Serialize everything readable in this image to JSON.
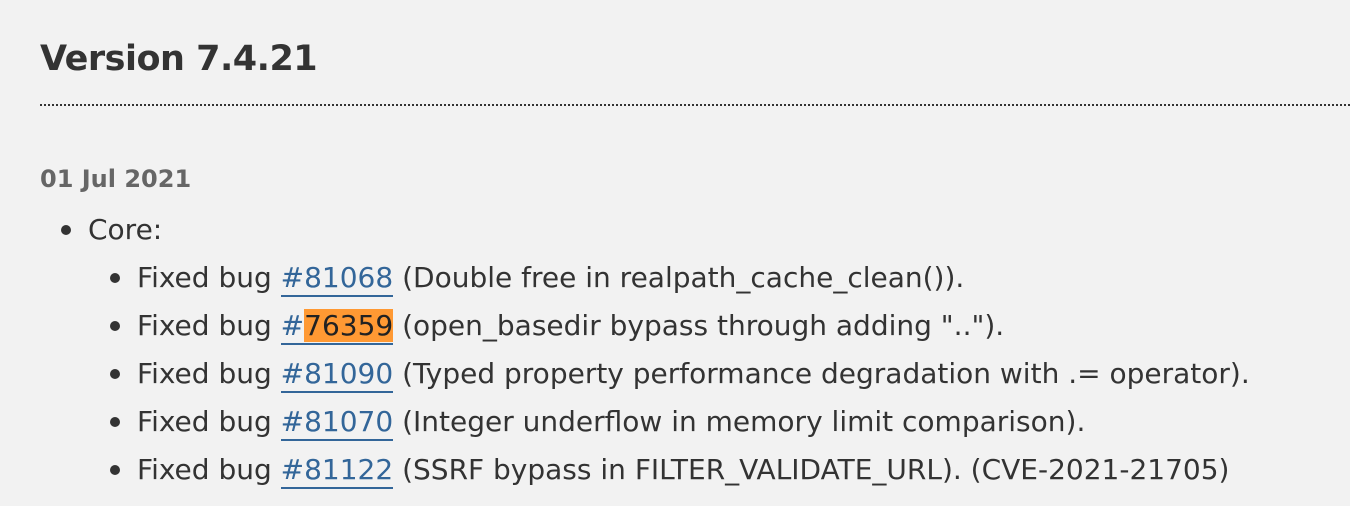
{
  "version": {
    "title": "Version 7.4.21",
    "date": "01 Jul 2021"
  },
  "sections": [
    {
      "label": "Core:",
      "entries": [
        {
          "prefix": "Fixed bug ",
          "link": "#81068",
          "text": " (Double free in realpath_cache_clean())."
        },
        {
          "prefix": "Fixed bug ",
          "link_hash": "#",
          "link_highlight": "76359",
          "text": " (open_basedir bypass through adding \"..\")."
        },
        {
          "prefix": "Fixed bug ",
          "link": "#81090",
          "text": " (Typed property performance degradation with .= operator)."
        },
        {
          "prefix": "Fixed bug ",
          "link": "#81070",
          "text": " (Integer underflow in memory limit comparison)."
        },
        {
          "prefix": "Fixed bug ",
          "link": "#81122",
          "text": " (SSRF bypass in FILTER_VALIDATE_URL). (CVE-2021-21705)"
        }
      ]
    }
  ],
  "colors": {
    "background": "#f2f2f2",
    "text": "#333333",
    "date": "#666666",
    "link": "#336699",
    "highlight": "#ff9933"
  }
}
